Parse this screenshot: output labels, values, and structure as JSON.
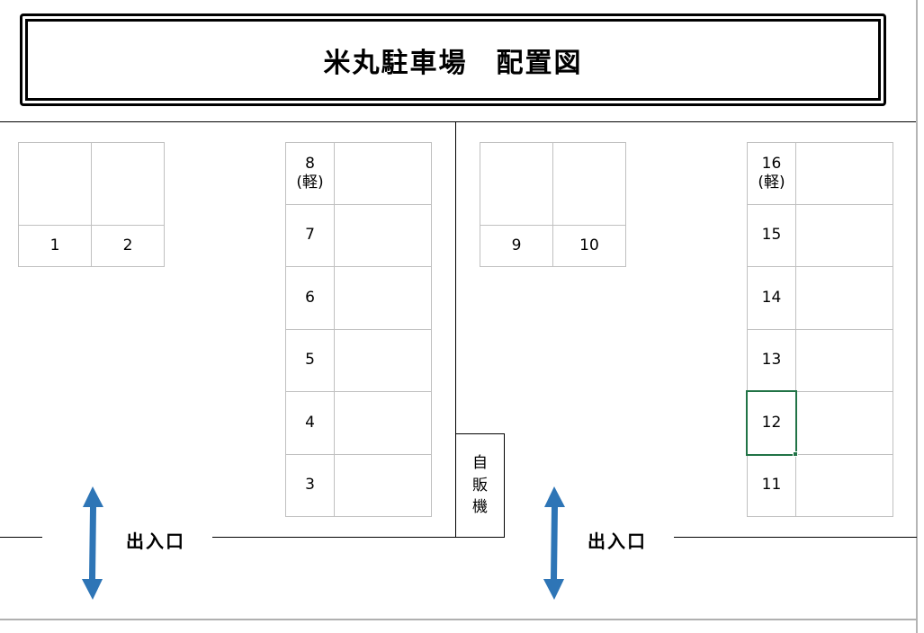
{
  "title": "米丸駐車場　配置図",
  "colors": {
    "arrow": "#2e75b6",
    "selection": "#217346",
    "grid_line": "#c0c0c0",
    "outline": "#000000"
  },
  "spaces": {
    "block_a": {
      "labels": [
        "1",
        "2"
      ]
    },
    "column_b": {
      "labels": [
        "8\n(軽)",
        "7",
        "6",
        "5",
        "4",
        "3"
      ]
    },
    "block_c": {
      "labels": [
        "9",
        "10"
      ]
    },
    "column_d": {
      "labels": [
        "16\n(軽)",
        "15",
        "14",
        "13",
        "12",
        "11"
      ]
    }
  },
  "selected_cell": "12",
  "vending_machine": {
    "chars": [
      "自",
      "販",
      "機"
    ]
  },
  "entrances": [
    {
      "label": "出入口",
      "arrow_icon": "double-arrow-vertical"
    },
    {
      "label": "出入口",
      "arrow_icon": "double-arrow-vertical"
    }
  ]
}
